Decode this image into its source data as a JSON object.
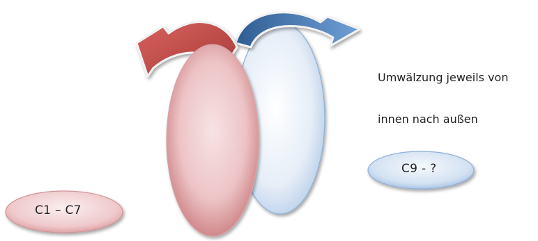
{
  "note": {
    "line1": "Umwälzung jeweils von",
    "line2": "innen nach außen"
  },
  "labels": {
    "right_ellipse": "C9 - ?",
    "left_ellipse": "C1 – C7"
  },
  "colors": {
    "red_arrow": "#c0504d",
    "blue_arrow": "#4f81bd",
    "red_ellipse_fill": "#e6b6b8",
    "blue_ellipse_fill": "#dbe7f5",
    "label_ellipse_red": "#ecc0c3",
    "label_ellipse_blue": "#c8dbf0"
  }
}
